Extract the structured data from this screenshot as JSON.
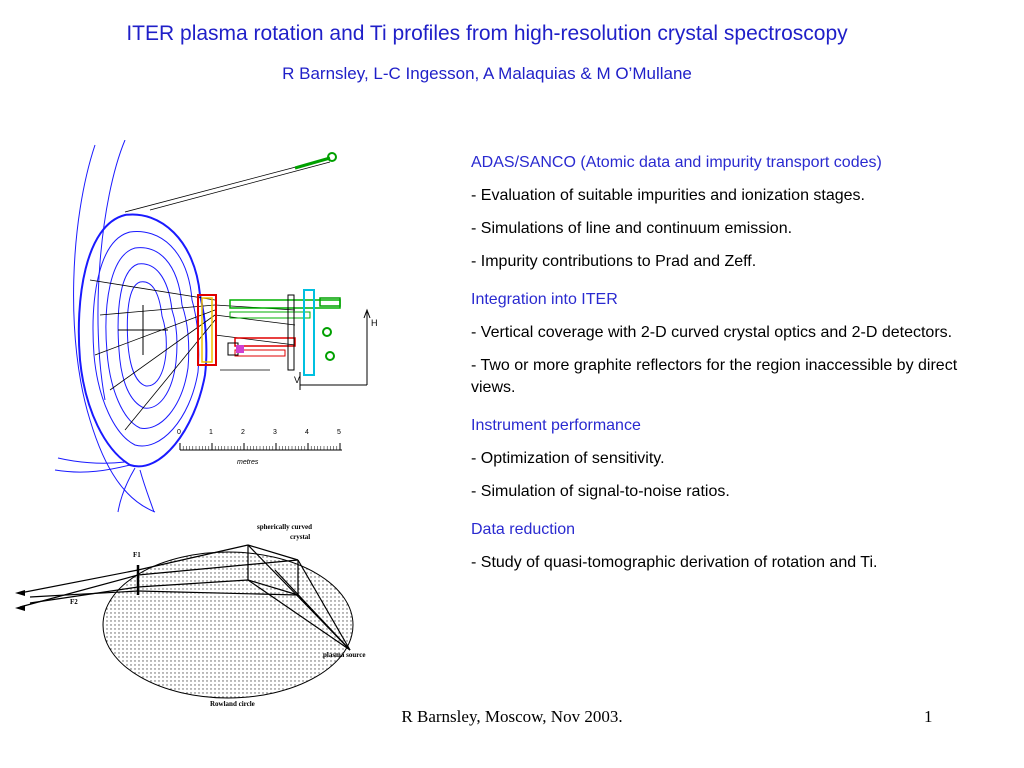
{
  "header": {
    "title": "ITER plasma rotation and Ti profiles from high-resolution crystal spectroscopy",
    "authors": "R Barnsley, L-C Ingesson, A Malaquias & M O’Mullane"
  },
  "sections": [
    {
      "heading": "ADAS/SANCO (Atomic data and impurity transport codes)",
      "items": [
        "- Evaluation of suitable impurities and ionization stages.",
        "- Simulations of line and continuum emission.",
        "- Impurity contributions to Prad and Zeff."
      ]
    },
    {
      "heading": "Integration into ITER",
      "items": [
        "- Vertical coverage with 2-D curved crystal optics and 2-D detectors.",
        "- Two or more graphite reflectors for the region inaccessible by direct views."
      ]
    },
    {
      "heading": "Instrument performance",
      "items": [
        "- Optimization of sensitivity.",
        "- Simulation of signal-to-noise ratios."
      ]
    },
    {
      "heading": "Data reduction",
      "items": [
        "- Study of quasi-tomographic derivation of rotation and Ti."
      ]
    }
  ],
  "figure_top": {
    "scale_ticks": [
      "0",
      "1",
      "2",
      "3",
      "4",
      "5"
    ],
    "scale_unit": "metres",
    "axis_h": "H",
    "axis_v": "V"
  },
  "figure_bottom": {
    "crystal_label_1": "spherically curved",
    "crystal_label_2": "crystal",
    "f1": "F1",
    "f2": "F2",
    "source_label": "plasma source",
    "circle_label": "Rowland circle"
  },
  "footer": {
    "text": "R Barnsley, Moscow, Nov 2003.",
    "page": "1"
  },
  "colors": {
    "title": "#1f1fc8",
    "heading": "#2a2ad0",
    "plasma": "#1a1aff"
  }
}
